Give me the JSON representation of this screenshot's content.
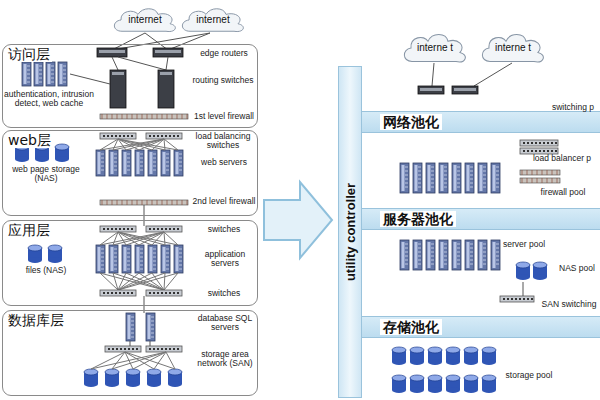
{
  "diagram": {
    "nodes": [
      {
        "text": [
          "internet"
        ]
      },
      {
        "text": [
          "internet"
        ]
      },
      {
        "text": [
          "访问层"
        ]
      },
      {
        "text": [
          "web层"
        ]
      },
      {
        "text": [
          "应用层"
        ]
      },
      {
        "text": [
          "数据库层"
        ]
      },
      {
        "text": [
          "interne t"
        ]
      },
      {
        "text": [
          "interne t"
        ]
      },
      {
        "text": [
          "utility controller"
        ]
      },
      {
        "text": [
          "网络池化"
        ]
      },
      {
        "text": [
          "服务器池化"
        ]
      },
      {
        "text": [
          "存储池化"
        ]
      }
    ],
    "labels": [
      "edge routers",
      "routing switches",
      "1st level firewall",
      "authentication, intrusion detect, web cache",
      "load balancing switches",
      "web servers",
      "2nd level firewall",
      "web page storage (NAS)",
      "switches",
      "application servers",
      "files (NAS)",
      "switches",
      "database SQL servers",
      "storage area network (SAN)",
      "switching p",
      "load balancer p",
      "firewall pool",
      "server pool",
      "NAS pool",
      "SAN switching",
      "storage pool"
    ]
  }
}
